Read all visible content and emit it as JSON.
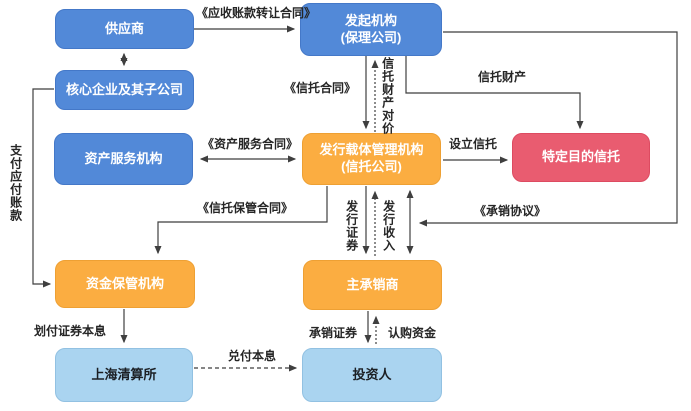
{
  "nodes": {
    "supplier": {
      "label": "供应商"
    },
    "core_enterprise": {
      "label": "核心企业及其子公司"
    },
    "asset_servicer": {
      "label": "资产服务机构"
    },
    "originator": {
      "line1": "发起机构",
      "line2": "(保理公司)"
    },
    "issuer_manager": {
      "line1": "发行载体管理机构",
      "line2": "(信托公司)"
    },
    "special_purpose_trust": {
      "label": "特定目的信托"
    },
    "fund_custodian": {
      "label": "资金保管机构"
    },
    "lead_underwriter": {
      "label": "主承销商"
    },
    "shanghai_clearing_house": {
      "label": "上海清算所"
    },
    "investors": {
      "label": "投资人"
    }
  },
  "edges": {
    "receivables_transfer_contract": "《应收账款转让合同》",
    "trust_contract": "《信托合同》",
    "trust_property": "信托财产",
    "trust_property_consideration": "信托财产对价",
    "asset_service_contract": "《资产服务合同》",
    "establish_trust": "设立信托",
    "trust_custody_contract": "《信托保管合同》",
    "underwriting_agreement": "《承销协议》",
    "issue_securities": "发行证券",
    "issuance_proceeds": "发行收入",
    "pay_accounts_payable": "支付应付账款",
    "transfer_securities_principal_interest": "划付证券本息",
    "redeem_principal_interest": "兑付本息",
    "underwrite_securities": "承销证券",
    "subscription_funds": "认购资金"
  },
  "colors": {
    "node_blue": "#5289d8",
    "node_orange": "#fbad41",
    "node_red": "#e95c70",
    "node_light_blue": "#aad4f0",
    "connector": "#3f3f3f"
  }
}
